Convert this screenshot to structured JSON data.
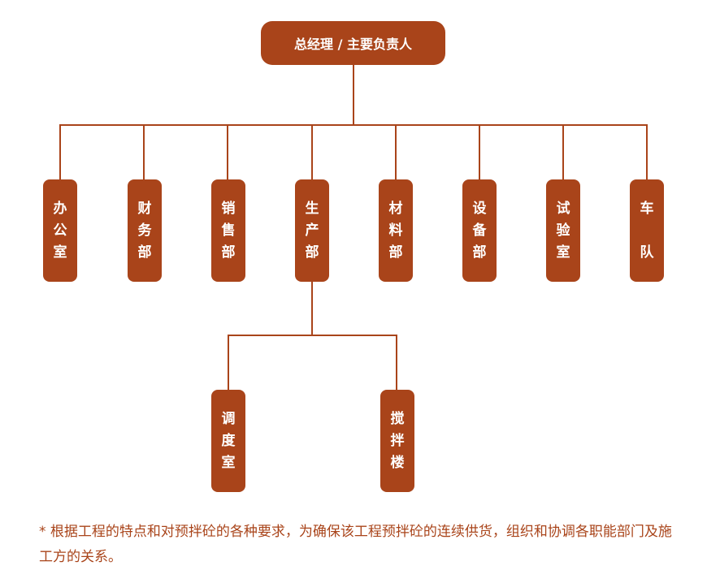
{
  "top": {
    "label": "总经理 / 主要负责人"
  },
  "departments": [
    {
      "chars": [
        "办",
        "公",
        "室"
      ]
    },
    {
      "chars": [
        "财",
        "务",
        "部"
      ]
    },
    {
      "chars": [
        "销",
        "售",
        "部"
      ]
    },
    {
      "chars": [
        "生",
        "产",
        "部"
      ]
    },
    {
      "chars": [
        "材",
        "料",
        "部"
      ]
    },
    {
      "chars": [
        "设",
        "备",
        "部"
      ]
    },
    {
      "chars": [
        "试",
        "验",
        "室"
      ]
    },
    {
      "chars": [
        "车",
        "",
        "队"
      ]
    }
  ],
  "sub_departments": [
    {
      "chars": [
        "调",
        "度",
        "室"
      ]
    },
    {
      "chars": [
        "搅",
        "拌",
        "楼"
      ]
    }
  ],
  "note": "* 根据工程的特点和对预拌砼的各种要求，为确保该工程预拌砼的连续供货，组织和协调各职能部门及施工方的关系。",
  "colors": {
    "accent": "#A9441A"
  }
}
